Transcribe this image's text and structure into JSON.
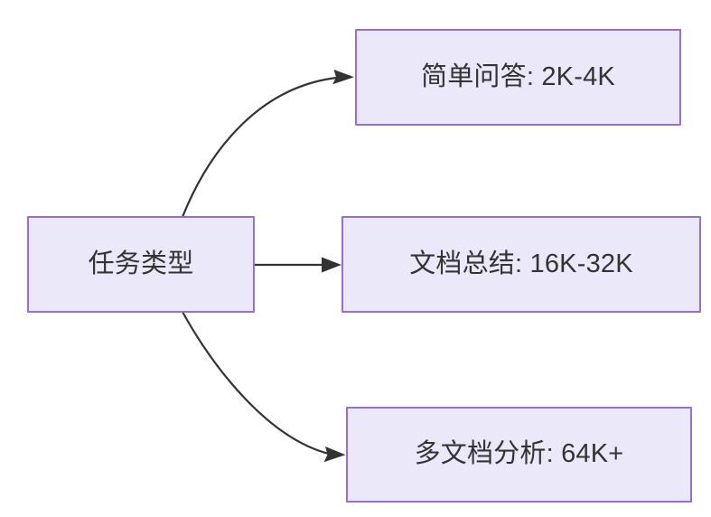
{
  "diagram": {
    "title": "任务类型",
    "type": "flowchart",
    "direction": "left-to-right",
    "background_color": "#ffffff",
    "node_fill_color": "#ebe8fa",
    "node_border_color": "#9270d8",
    "node_text_color": "#333333",
    "edge_color": "#333333",
    "nodes": [
      {
        "id": "source",
        "label": "任务类型",
        "role": "root"
      },
      {
        "id": "simple-qa",
        "label": "简单问答: 2K-4K",
        "role": "leaf"
      },
      {
        "id": "doc-summary",
        "label": "文档总结: 16K-32K",
        "role": "leaf"
      },
      {
        "id": "multi-doc",
        "label": "多文档分析: 64K+",
        "role": "leaf"
      }
    ],
    "edges": [
      {
        "id": "edge-source-simple-qa",
        "from": "source",
        "to": "simple-qa",
        "label": "",
        "style": "curved"
      },
      {
        "id": "edge-source-doc-summary",
        "from": "source",
        "to": "doc-summary",
        "label": "",
        "style": "straight"
      },
      {
        "id": "edge-source-multi-doc",
        "from": "source",
        "to": "multi-doc",
        "label": "",
        "style": "curved"
      }
    ]
  }
}
